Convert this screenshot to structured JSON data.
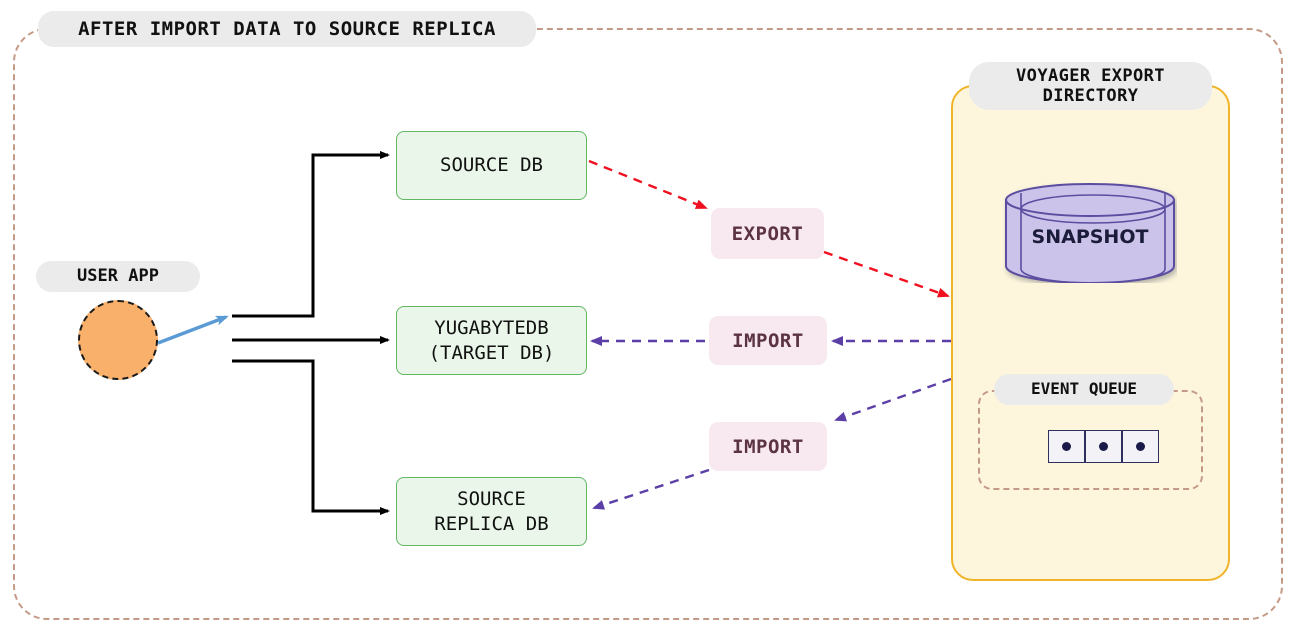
{
  "diagram": {
    "title": "AFTER IMPORT DATA TO SOURCE REPLICA",
    "colors": {
      "outer_border": "#c49a86",
      "pill_background": "#ebebeb",
      "db_box_fill": "#e9f6e9",
      "db_box_border": "#63b763",
      "action_label_fill": "#f8e9f1",
      "action_label_text": "#5c3342",
      "voyager_fill": "#fdf6dd",
      "voyager_border": "#f0b429",
      "user_app_fill": "#f8b06a",
      "snapshot_fill": "#cbc3ea",
      "snapshot_border": "#5b4ea0",
      "export_arrow": "#f01020",
      "import_arrow": "#5b3fa6",
      "user_arrow": "#5b9bd5",
      "flow_arrow": "#000000"
    }
  },
  "user_app": {
    "label": "USER APP",
    "shape": "circle"
  },
  "databases": [
    {
      "id": "source-db",
      "label": "SOURCE DB"
    },
    {
      "id": "target-db",
      "label": "YUGABYTEDB\n(TARGET DB)"
    },
    {
      "id": "source-replica-db",
      "label": "SOURCE\nREPLICA DB"
    }
  ],
  "actions": [
    {
      "id": "export",
      "label": "EXPORT",
      "from": "source-db",
      "to": "voyager-export-directory"
    },
    {
      "id": "import-target",
      "label": "IMPORT",
      "from": "voyager-export-directory",
      "to": "target-db"
    },
    {
      "id": "import-replica",
      "label": "IMPORT",
      "from": "voyager-export-directory",
      "to": "source-replica-db"
    }
  ],
  "voyager_directory": {
    "label": "VOYAGER EXPORT\nDIRECTORY",
    "snapshot": {
      "label": "SNAPSHOT",
      "shape": "cylinder"
    },
    "event_queue": {
      "label": "EVENT QUEUE",
      "cells": 3
    }
  }
}
